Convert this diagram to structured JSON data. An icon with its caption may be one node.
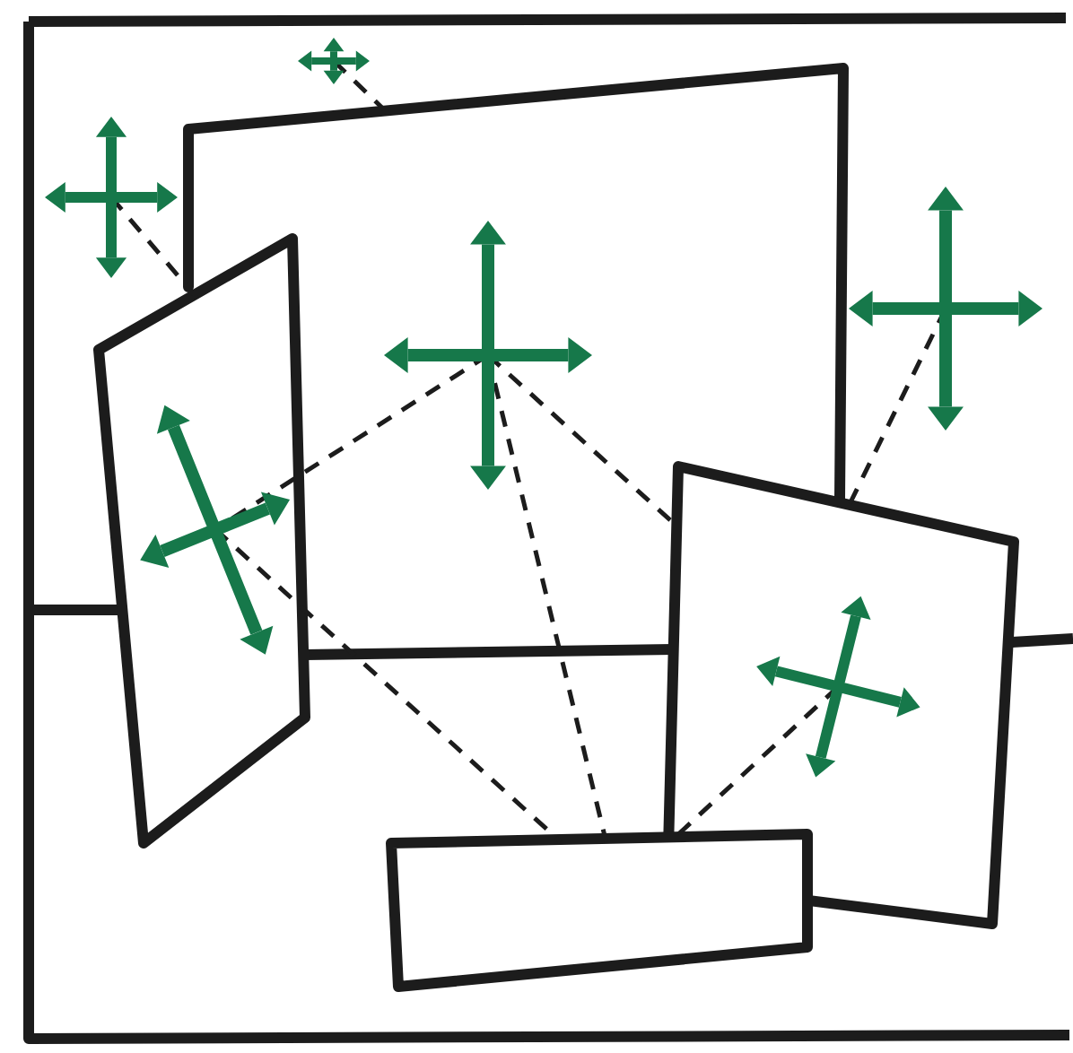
{
  "diagram": {
    "nodes": [
      {
        "text": [],
        "shape": "cross"
      },
      {
        "text": [],
        "shape": "cross"
      },
      {
        "text": [],
        "shape": "box"
      },
      {
        "text": [],
        "shape": "cross",
        "in": 2
      },
      {
        "text": [],
        "shape": "cross"
      },
      {
        "text": [],
        "shape": "box"
      },
      {
        "text": [],
        "shape": "cross",
        "in": 5
      },
      {
        "text": [],
        "shape": "box"
      },
      {
        "text": [],
        "shape": "cross",
        "in": 7
      },
      {
        "text": [],
        "shape": "box"
      }
    ],
    "edges": [
      {
        "from": 0,
        "to": 2,
        "arrow": "none",
        "style": "dashed"
      },
      {
        "from": 1,
        "to": 5,
        "arrow": "none",
        "style": "dashed"
      },
      {
        "from": 4,
        "to": 7,
        "arrow": "none",
        "style": "dashed"
      },
      {
        "from": 3,
        "to": 6,
        "arrow": "none",
        "style": "dashed"
      },
      {
        "from": 3,
        "to": 7,
        "arrow": "none",
        "style": "dashed"
      },
      {
        "from": 3,
        "to": 9,
        "arrow": "none",
        "style": "dashed"
      },
      {
        "from": 6,
        "to": 9,
        "arrow": "none",
        "style": "dashed"
      },
      {
        "from": 8,
        "to": 9,
        "arrow": "none",
        "style": "dashed"
      }
    ]
  }
}
